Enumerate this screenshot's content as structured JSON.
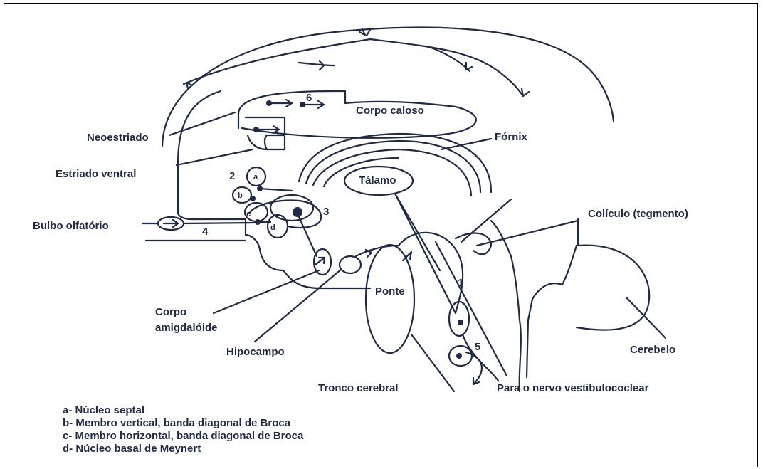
{
  "labels": {
    "corpo_caloso": "Corpo caloso",
    "neoestriado": "Neoestriado",
    "fornix": "Fórnix",
    "estriado_ventral": "Estriado ventral",
    "talamo": "Tálamo",
    "bulbo_olfatorio": "Bulbo olfatório",
    "coliculo": "Colículo (tegmento)",
    "ponte": "Ponte",
    "corpo": "Corpo",
    "amigdaloide": "amigdalóide",
    "hipocampo": "Hipocampo",
    "cerebelo": "Cerebelo",
    "tronco_cerebral": "Tronco cerebral",
    "nervo": "Para o nervo vestibulococlear"
  },
  "numbers": {
    "n1": "1",
    "n2": "2",
    "n3": "3",
    "n4": "4",
    "n5": "5",
    "n6": "6"
  },
  "letters": {
    "a": "a",
    "b": "b",
    "c": "c",
    "d": "d"
  },
  "legend": [
    "a- Núcleo septal",
    "b- Membro vertical, banda diagonal de Broca",
    "c- Membro horizontal, banda diagonal de Broca",
    "d- Núcleo basal de Meynert"
  ],
  "colors": {
    "ink": "#1f2a44",
    "background": "#ffffff"
  }
}
